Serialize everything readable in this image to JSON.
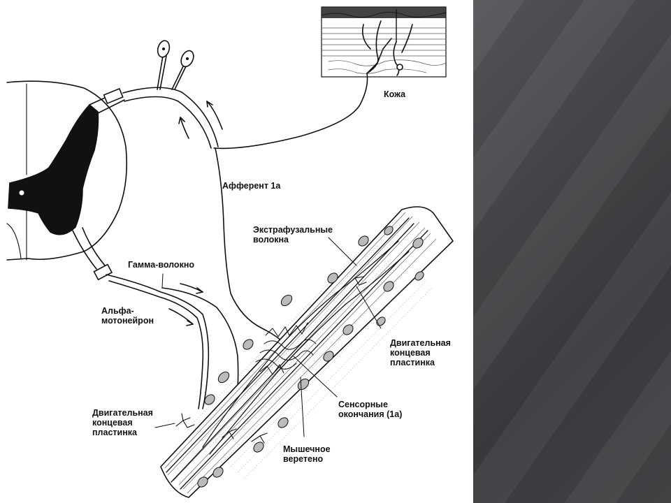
{
  "labels": {
    "skin": "Кожа",
    "afferent": "Афферент 1а",
    "extrafusal": "Экстрафузальные\nволокна",
    "gamma": "Гамма-волокно",
    "alpha": "Альфа-\nмотонейрон",
    "motor_plate_right": "Двигательная\nконцевая\nпластинка",
    "sensory_endings": "Сенсорные\nокончания  (1а)",
    "motor_plate_left": "Двигательная\nконцевая\nпластинка",
    "spindle": "Мышечное\nверетено"
  },
  "colors": {
    "ink": "#111111",
    "paper": "#ffffff",
    "panel": "#48484c"
  }
}
